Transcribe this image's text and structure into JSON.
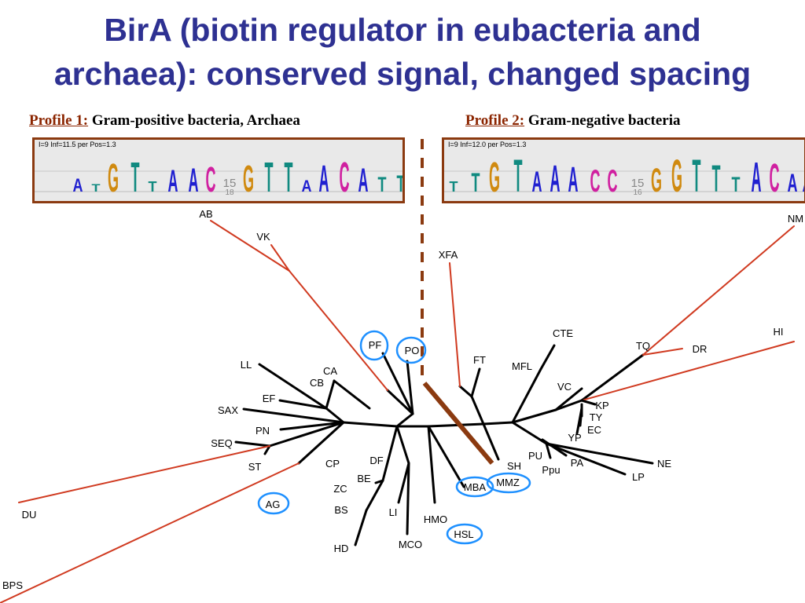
{
  "title": {
    "line1": "BirA (biotin regulator in eubacteria and",
    "line2": "archaea): conserved signal, changed spacing"
  },
  "profiles": [
    {
      "label": "Profile 1:",
      "description": "Gram-positive bacteria, Archaea",
      "stats": "I=9 Inf=11.5  per Pos=1.3",
      "motif": [
        "A",
        "T",
        "G",
        "T",
        "T",
        "A",
        "A",
        "C",
        "15",
        "G",
        "T",
        "T",
        "A",
        "A",
        "C",
        "A",
        "T",
        "T"
      ],
      "spacer_secondary": "18"
    },
    {
      "label": "Profile 2:",
      "description": "Gram-negative bacteria",
      "stats": "I=9 Inf=12.0  per Pos=1.3",
      "motif": [
        "T",
        "T",
        "G",
        "T",
        "A",
        "A",
        "A",
        "C",
        "C",
        "15",
        "G",
        "G",
        "T",
        "T",
        "T",
        "A",
        "C",
        "A",
        "A"
      ],
      "spacer_secondary": "16"
    }
  ],
  "colors": {
    "title": "#2e3192",
    "profile_label": "#8b2500",
    "tree_branch": "#000000",
    "long_branch": "#d03a20",
    "divider": "#8b3a10",
    "circle": "#1e90ff",
    "base_A": "#2020d0",
    "base_C": "#d020a0",
    "base_G": "#d08a10",
    "base_T": "#108a80"
  },
  "tree": {
    "leaves": [
      "AB",
      "VK",
      "NM",
      "XFA",
      "HI",
      "DR",
      "TQ",
      "CTE",
      "FT",
      "MFL",
      "VC",
      "KP",
      "TY",
      "EC",
      "YP",
      "PF",
      "PO",
      "LL",
      "CA",
      "CB",
      "EF",
      "SAX",
      "PN",
      "SEQ",
      "ST",
      "DU",
      "AG",
      "BPS",
      "CP",
      "DF",
      "BE",
      "ZC",
      "BS",
      "HD",
      "LI",
      "MCO",
      "HMO",
      "HSL",
      "MBA",
      "MMZ",
      "SH",
      "PU",
      "Ppu",
      "PA",
      "NE",
      "LP"
    ],
    "circled": [
      "PF",
      "PO",
      "AG",
      "MBA",
      "MMZ",
      "HSL"
    ]
  }
}
